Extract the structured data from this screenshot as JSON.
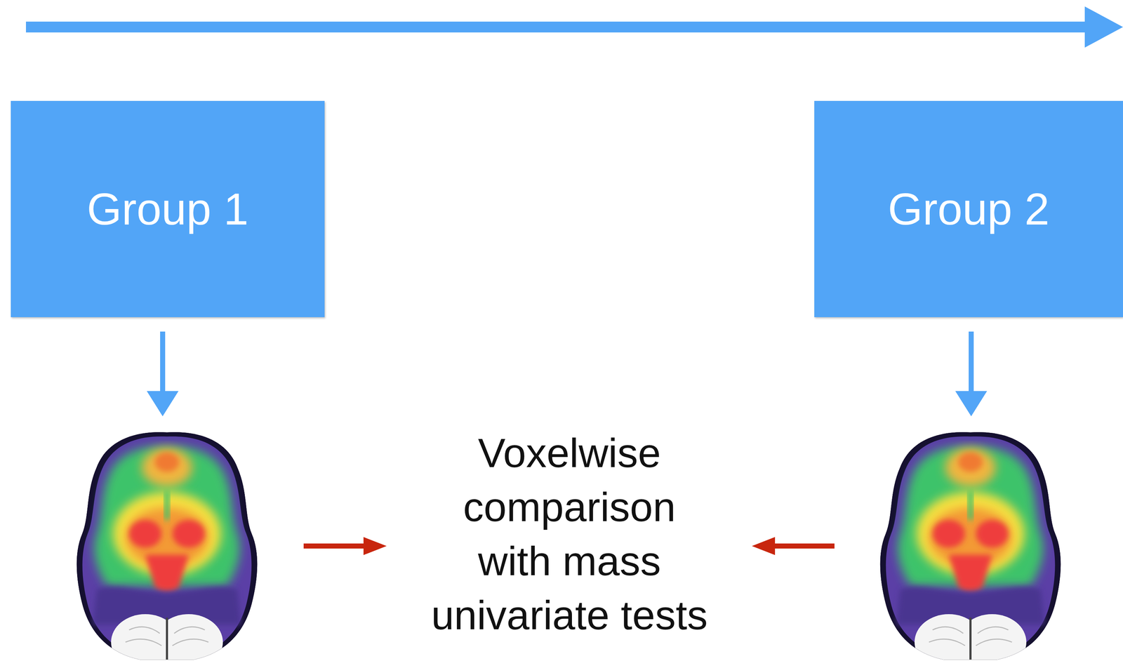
{
  "diagram": {
    "nodes": [
      {
        "text": [
          "Group 1"
        ]
      },
      {
        "text": [
          "Group 2"
        ]
      }
    ],
    "labels": [
      "Voxelwise comparison with mass univariate tests"
    ]
  }
}
